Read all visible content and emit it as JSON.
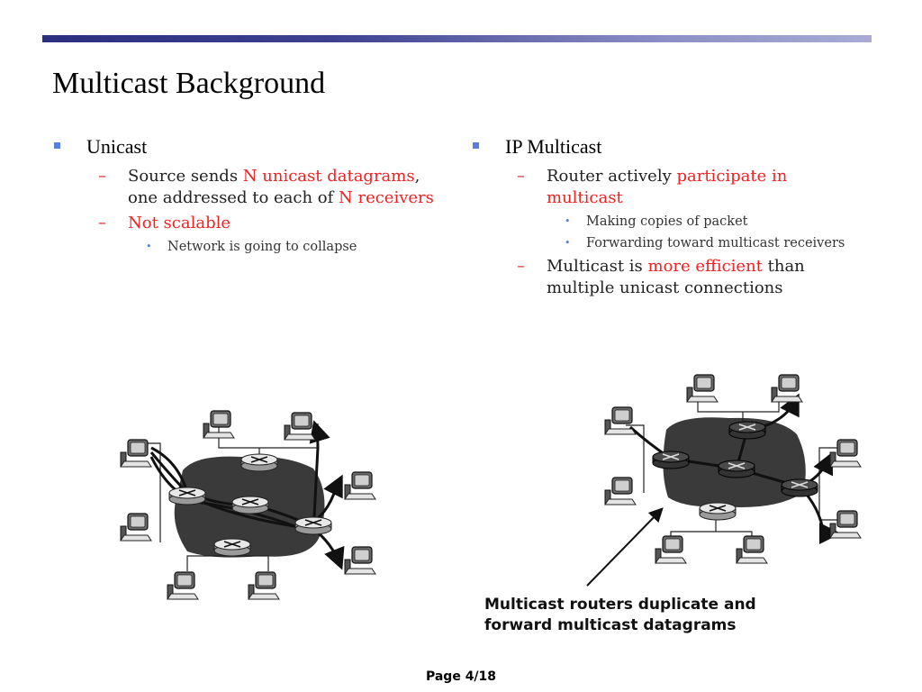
{
  "slide": {
    "title": "Multicast Background",
    "page_label": "Page 4/18"
  },
  "left_column": {
    "heading": "Unicast",
    "item1": {
      "part1": "Source sends ",
      "highlight1": "N unicast datagrams",
      "part2": ", one addressed to each of ",
      "highlight2": "N receivers"
    },
    "item2": "Not scalable",
    "item2_sub": "Network is going to collapse"
  },
  "right_column": {
    "heading": "IP Multicast",
    "item1": {
      "part1": "Router actively ",
      "highlight": "participate in multicast"
    },
    "item1_subs": [
      "Making copies of packet",
      "Forwarding toward multicast receivers"
    ],
    "item2": {
      "part1": "Multicast is ",
      "highlight": "more efficient",
      "part2": " than multiple unicast connections"
    }
  },
  "figure_caption": {
    "line1": "Multicast routers duplicate and",
    "line2": "forward multicast datagrams"
  },
  "colors": {
    "accent_red": "#ee2222",
    "bullet_blue": "#5b7fe0",
    "title_bar": "#2c2f80"
  }
}
